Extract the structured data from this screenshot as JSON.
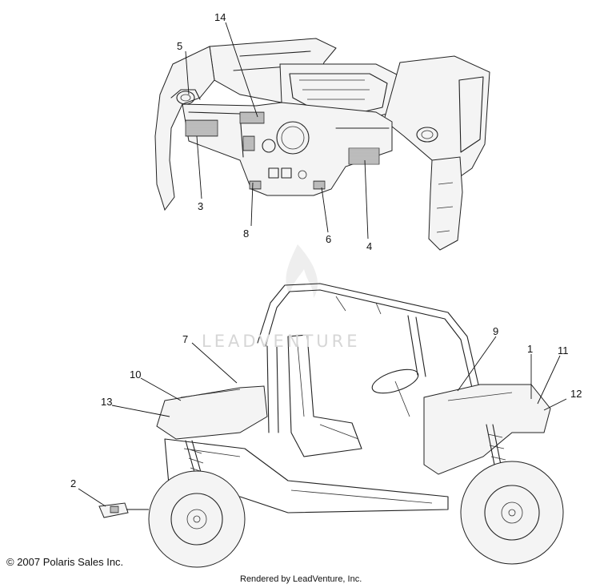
{
  "callouts": {
    "c1": "1",
    "c2": "2",
    "c3": "3",
    "c4": "4",
    "c5": "5",
    "c6": "6",
    "c7": "7",
    "c8": "8",
    "c9": "9",
    "c10": "10",
    "c11": "11",
    "c12": "12",
    "c13": "13",
    "c14": "14"
  },
  "watermark": {
    "text": "LEADVENTURE"
  },
  "footer": {
    "copyright": "© 2007 Polaris Sales Inc.",
    "rendered_by": "Rendered by LeadVenture, Inc."
  }
}
